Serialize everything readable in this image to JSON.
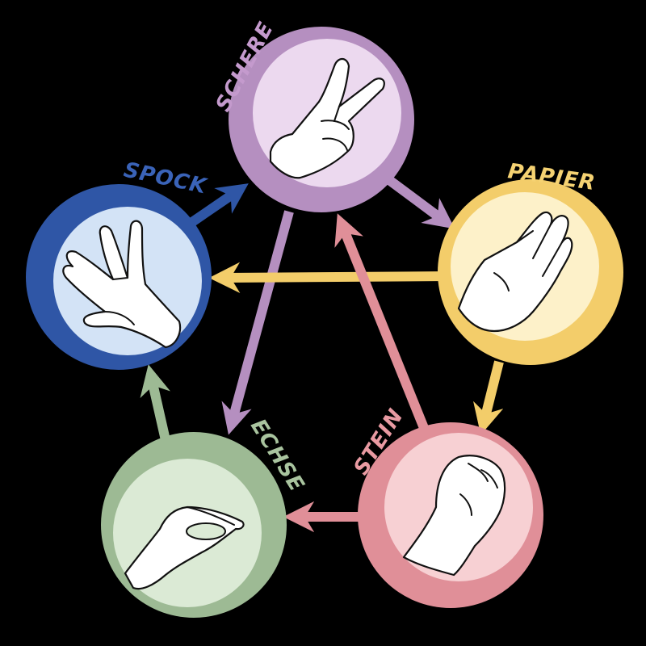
{
  "title": "",
  "nodes": {
    "schere": {
      "label": "SCHERE",
      "color_outer": "#b58fc0",
      "color_inner": "#ecd9ef",
      "color_label": "#c49acd"
    },
    "papier": {
      "label": "PAPIER",
      "color_outer": "#f3cd6a",
      "color_inner": "#fdf1c9",
      "color_label": "#f5d272"
    },
    "stein": {
      "label": "STEIN",
      "color_outer": "#e08f98",
      "color_inner": "#f7d0d3",
      "color_label": "#e99aa2"
    },
    "echse": {
      "label": "ECHSE",
      "color_outer": "#9dba94",
      "color_inner": "#dbead5",
      "color_label": "#a9c49f"
    },
    "spock": {
      "label": "SPOCK",
      "color_outer": "#2f56a6",
      "color_inner": "#d3e3f6",
      "color_label": "#3a63b8"
    }
  },
  "edges": [
    {
      "from": "schere",
      "to": "papier",
      "color": "#b58fc0"
    },
    {
      "from": "schere",
      "to": "echse",
      "color": "#b58fc0"
    },
    {
      "from": "papier",
      "to": "spock",
      "color": "#f3cd6a"
    },
    {
      "from": "papier",
      "to": "stein",
      "color": "#f3cd6a"
    },
    {
      "from": "stein",
      "to": "echse",
      "color": "#e08f98"
    },
    {
      "from": "stein",
      "to": "schere",
      "color": "#e08f98"
    },
    {
      "from": "echse",
      "to": "spock",
      "color": "#9dba94"
    },
    {
      "from": "spock",
      "to": "schere",
      "color": "#2f56a6"
    }
  ]
}
